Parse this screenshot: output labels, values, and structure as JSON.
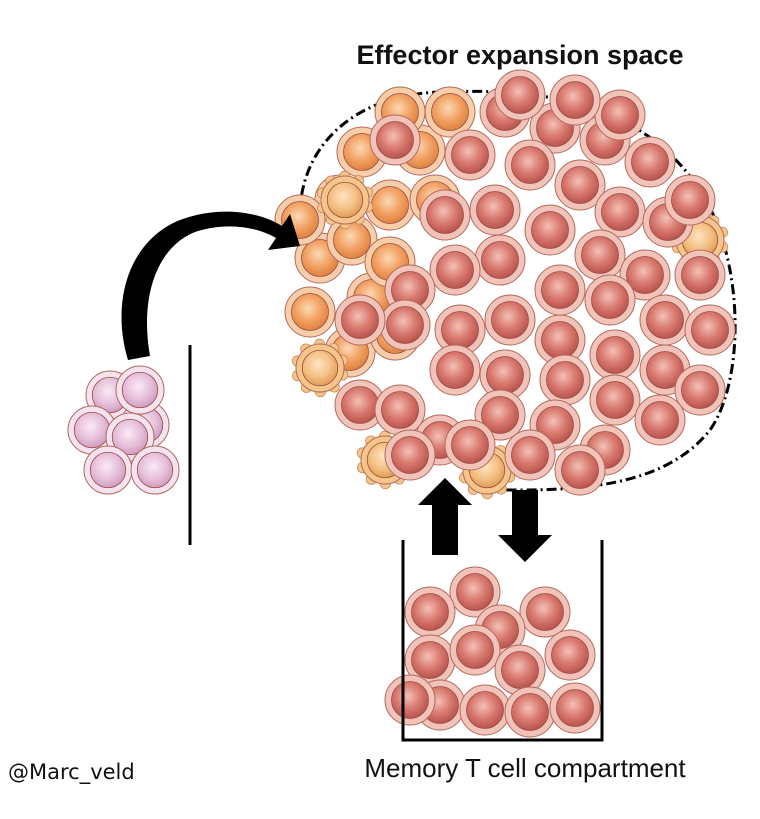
{
  "title": "Effector expansion space",
  "caption": "Memory T cell compartment",
  "credit": "@Marc_veld",
  "colors": {
    "naive_fill": "#e8c4dd",
    "naive_ring": "#f6e3f0",
    "effector_fill": "#cf6a63",
    "effector_ring": "#f2c3b8",
    "early_fill": "#f0a166",
    "early_ring": "#f8ceaa",
    "dying_fill": "#f5c58a",
    "arrow": "#000000"
  }
}
